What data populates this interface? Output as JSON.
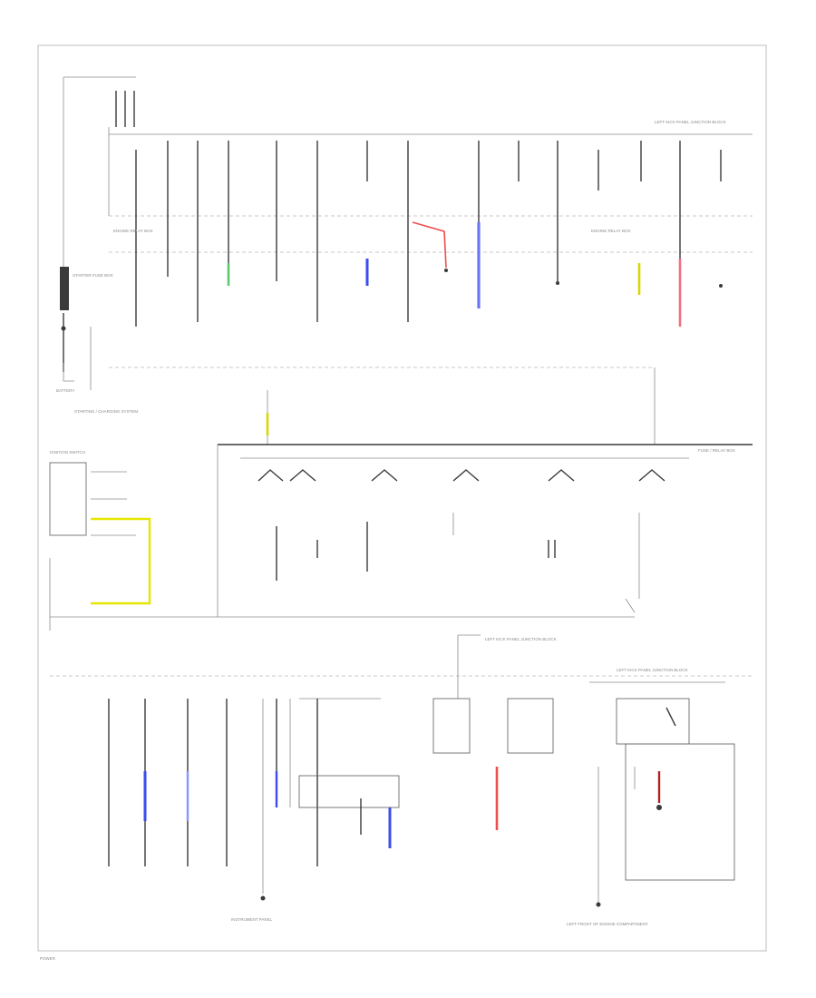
{
  "title": "",
  "colors": {
    "background": "#ffffff",
    "frame": "#c8c8c8",
    "wire": "#3a3a3a",
    "blue": "#3b4cf0",
    "lightblue": "#8d93f7",
    "red": "#ef4d4d",
    "pink": "#f07080",
    "yellow": "#e6e600",
    "green": "#5ec96a"
  },
  "labels": {
    "lh_kick_junction_top": "LEFT KICK PANEL JUNCTION BLOCK",
    "engine_relay_box_left": "ENGINE RELAY BOX",
    "engine_relay_box_right": "ENGINE RELAY BOX",
    "starter_fuse_box": "STARTER FUSE BOX",
    "battery": "BATTERY",
    "starting_charging": "STARTING / CHARGING SYSTEM",
    "fuse_relay_box": "FUSE / RELAY BOX",
    "ignition_switch": "IGNITION SWITCH",
    "lh_kick_junction_mid": "LEFT KICK PANEL JUNCTION BLOCK",
    "lh_kick_junction_bottom": "LEFT KICK PANEL JUNCTION BLOCK",
    "ground_point": "LEFT FRONT OF ENGINE COMPARTMENT",
    "instrument_panel": "INSTRUMENT PANEL",
    "footnote": "POWER"
  },
  "icons": {
    "ground": "ground-icon",
    "relay": "relay-switch-icon",
    "fuse": "fuse-icon"
  }
}
